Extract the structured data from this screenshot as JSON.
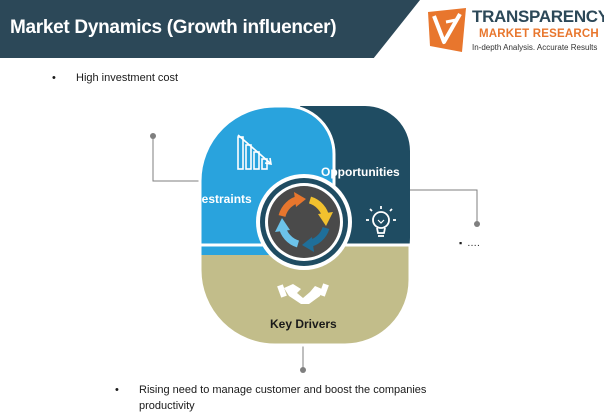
{
  "header": {
    "title": "Market Dynamics (Growth influencer)"
  },
  "logo": {
    "name": "TRANSPARENCY",
    "sub": "MARKET RESEARCH",
    "tagline": "In-depth Analysis. Accurate Results"
  },
  "notes": {
    "restraints": "High investment cost",
    "opportunities": "….",
    "drivers_line1": "Rising need to manage customer and boost the companies",
    "drivers_line2": "productivity"
  },
  "segments": {
    "restraints": "Restraints",
    "opportunities": "Opportunities",
    "drivers": "Key Drivers"
  },
  "colors": {
    "banner": "#2c4858",
    "restraints": "#29a3dd",
    "opportunities": "#1f4c62",
    "drivers": "#c2bd8a",
    "accent": "#e8762d"
  },
  "icons": {
    "restraints": "bar-chart-down-icon",
    "opportunities": "lightbulb-icon",
    "drivers": "handshake-icon",
    "center": "cycle-arrows-icon"
  }
}
